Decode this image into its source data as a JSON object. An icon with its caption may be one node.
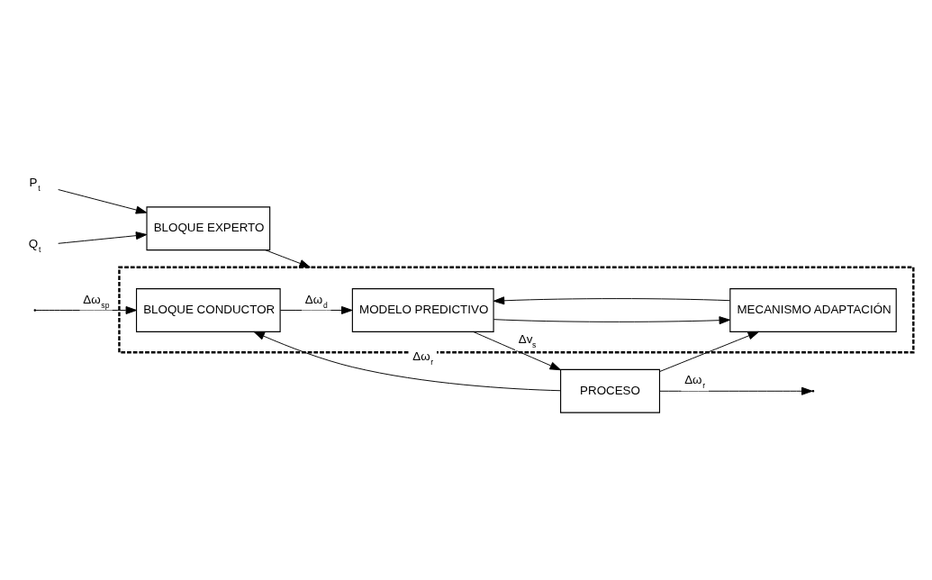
{
  "diagram": {
    "nodes": [
      {
        "text": [],
        "shape": "box"
      },
      {
        "text": [
          "BLOQUE CONDUCTOR"
        ],
        "in": 0
      },
      {
        "text": [
          "MODELO PREDICTIVO"
        ],
        "in": 0
      },
      {
        "text": [
          "MECANISMO ADAPTACIÓN"
        ],
        "in": 0
      },
      {
        "text": [
          "PROCESO"
        ]
      },
      {
        "text": [
          "BLOQUE EXPERTO"
        ]
      },
      {
        "text": [
          "P$_{t}$"
        ]
      },
      {
        "text": [
          "Q$_{t}$"
        ]
      }
    ],
    "edges": [
      {
        "from": 4,
        "to": 1,
        "arrow": "to",
        "label": "Δω$_{r}$"
      },
      {
        "from": null,
        "to": 1,
        "arrow": "to",
        "label": "Δω$_{sp}$"
      },
      {
        "from": 1,
        "to": 2,
        "arrow": "to",
        "label": "Δω$_{d}$"
      },
      {
        "from": 2,
        "to": 4,
        "arrow": "to",
        "label": "Δv$_{s}$"
      },
      {
        "from": 2,
        "to": 3,
        "arrow": "to"
      },
      {
        "from": 3,
        "to": 2,
        "arrow": "to"
      },
      {
        "from": 4,
        "to": null,
        "arrow": "to",
        "label": "Δω$_{r}$"
      },
      {
        "from": 4,
        "to": 3,
        "arrow": "to"
      },
      {
        "from": 5,
        "to": 0,
        "arrow": "to"
      },
      {
        "from": 6,
        "to": 5,
        "arrow": "to"
      },
      {
        "from": 7,
        "to": 5,
        "arrow": "to"
      }
    ]
  }
}
